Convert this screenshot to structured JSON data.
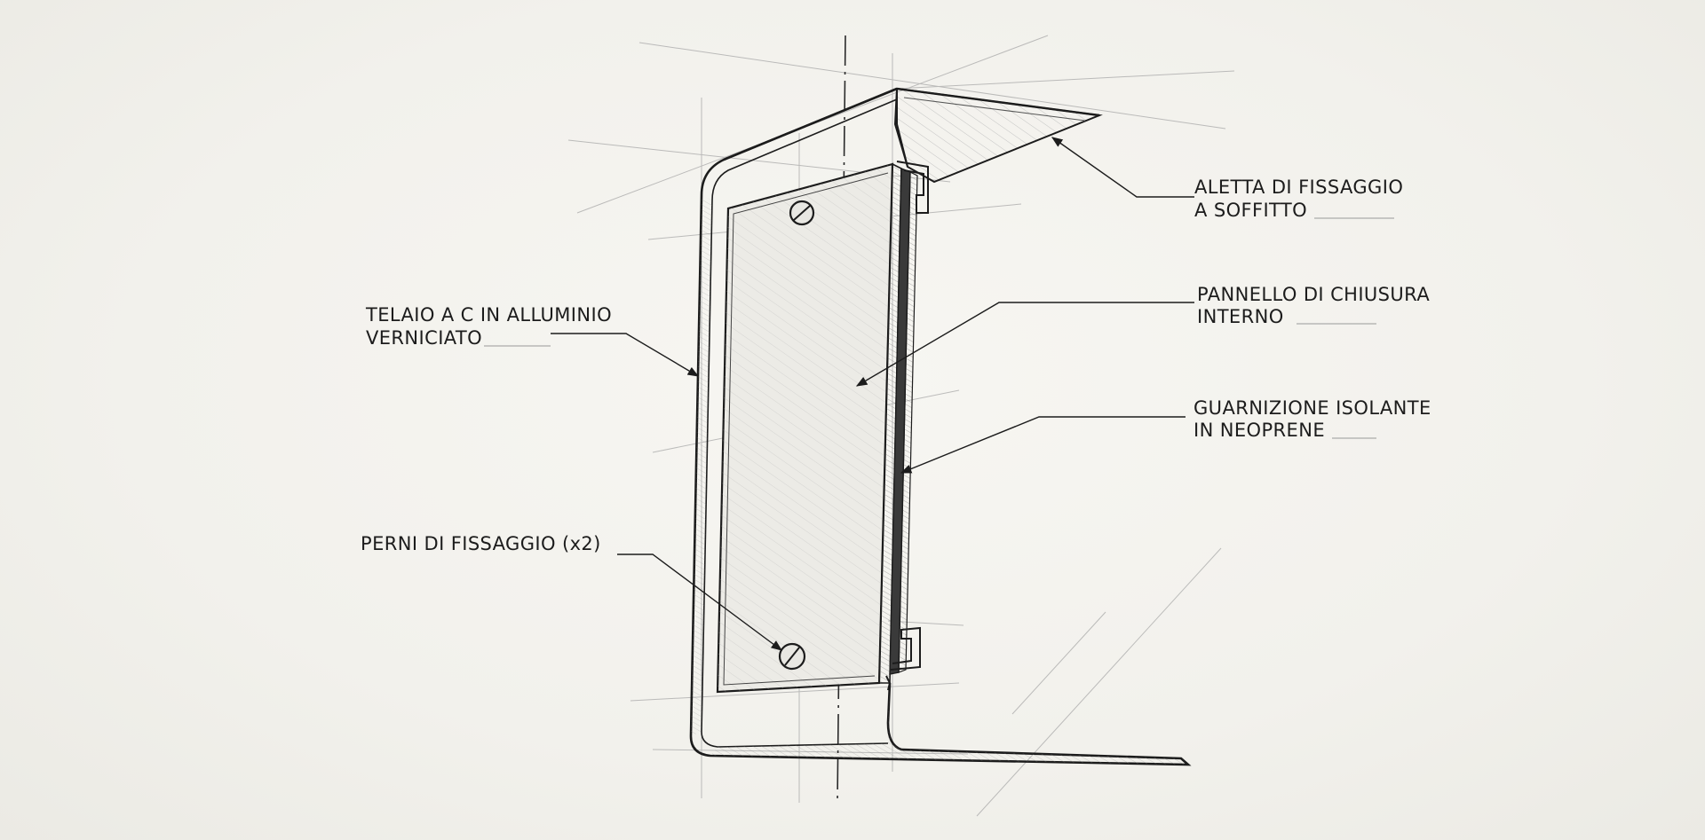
{
  "diagram": {
    "labels": {
      "aletta_line1": "ALETTA DI FISSAGGIO",
      "aletta_line2": "A SOFFITTO",
      "pannello_line1": "PANNELLO DI CHIUSURA",
      "pannello_line2": "INTERNO",
      "guarnizione_line1": "GUARNIZIONE ISOLANTE",
      "guarnizione_line2": "IN NEOPRENE",
      "telaio_line1": "TELAIO A C IN ALLUMINIO",
      "telaio_line2": "VERNICIATO",
      "perni": "PERNI DI FISSAGGIO (x2)"
    },
    "colors": {
      "ink": "#1c1c1c",
      "pencil": "#9a9a9a",
      "paper": "#f3f2ee"
    }
  }
}
